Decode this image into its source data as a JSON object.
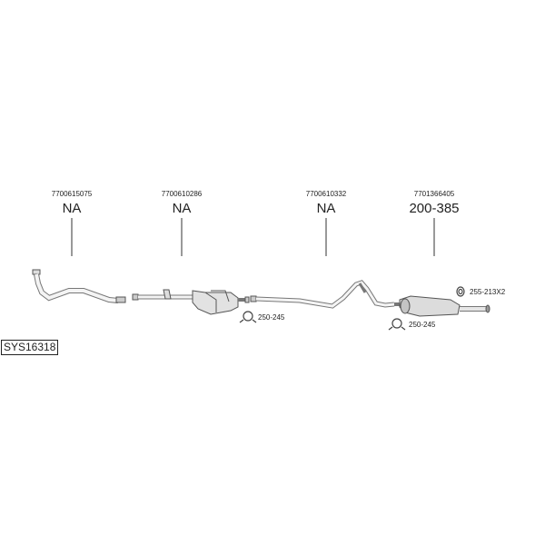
{
  "system_code": "SYS16318",
  "parts": [
    {
      "part_number": "7700615075",
      "reference": "NA"
    },
    {
      "part_number": "7700610286",
      "reference": "NA"
    },
    {
      "part_number": "7700610332",
      "reference": "NA"
    },
    {
      "part_number": "7701366405",
      "reference": "200-385"
    }
  ],
  "accessories": [
    {
      "label": "250-245",
      "icon": "clamp-icon"
    },
    {
      "label": "250-245",
      "icon": "clamp-icon"
    },
    {
      "label": "255-213X2",
      "icon": "rubber-mount-icon"
    }
  ]
}
